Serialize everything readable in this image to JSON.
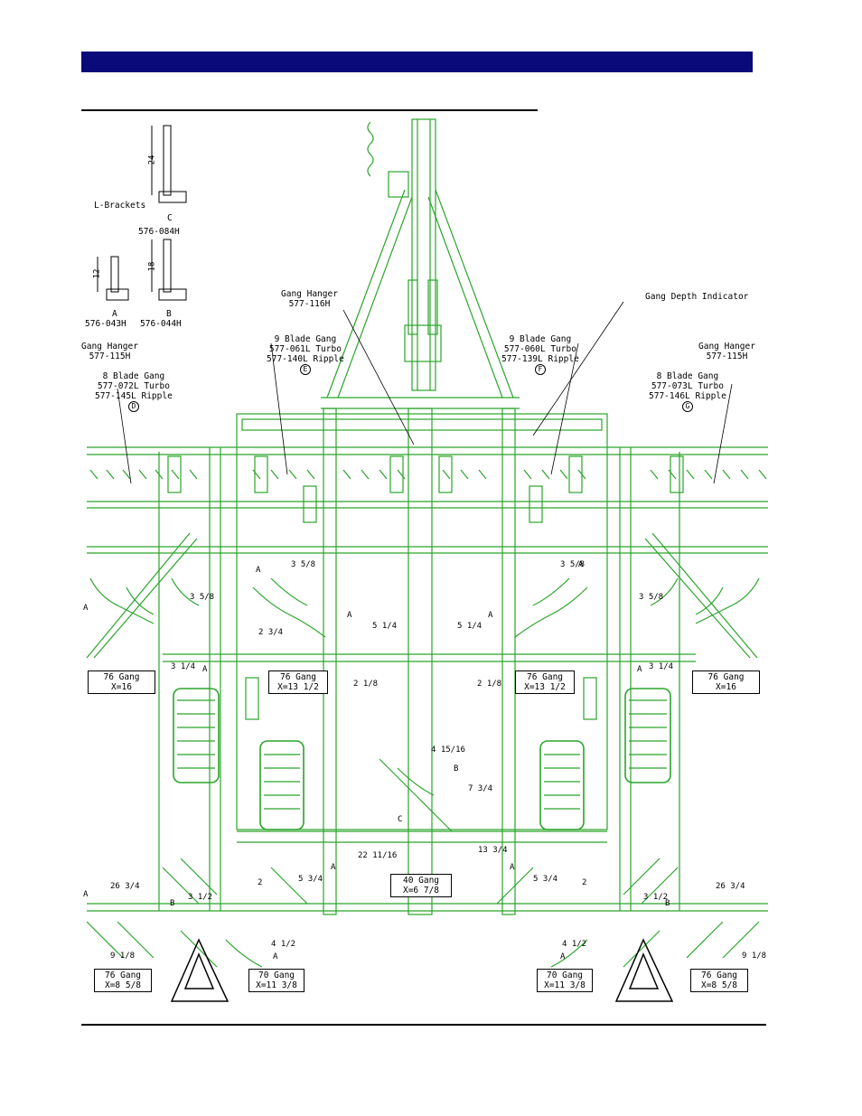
{
  "colors": {
    "header": "#0a0a7a",
    "frame": "#2aa52a",
    "ink": "#000000"
  },
  "brackets": {
    "title": "L-Brackets",
    "c": {
      "letter": "C",
      "part": "576-084H",
      "dim": "24"
    },
    "b": {
      "letter": "B",
      "part": "576-044H",
      "dim": "18"
    },
    "a": {
      "letter": "A",
      "part": "576-043H",
      "dim": "12"
    }
  },
  "callouts": {
    "gang_hanger_center": [
      "Gang Hanger",
      "577-116H"
    ],
    "gang_depth_indicator": "Gang Depth Indicator",
    "gang_hanger_left": [
      "Gang Hanger",
      "577-115H"
    ],
    "gang_hanger_right": [
      "Gang Hanger",
      "577-115H"
    ],
    "nine_blade_left": [
      "9 Blade Gang",
      "577-061L Turbo",
      "577-140L Ripple"
    ],
    "nine_blade_left_tag": "E",
    "nine_blade_right": [
      "9 Blade Gang",
      "577-060L Turbo",
      "577-139L Ripple"
    ],
    "nine_blade_right_tag": "F",
    "eight_blade_left": [
      "8 Blade Gang",
      "577-072L Turbo",
      "577-145L Ripple"
    ],
    "eight_blade_left_tag": "D",
    "eight_blade_right": [
      "8 Blade Gang",
      "577-073L Turbo",
      "577-146L Ripple"
    ],
    "eight_blade_right_tag": "G"
  },
  "gang_boxes": {
    "left_outer_76": [
      "76 Gang",
      "X=16"
    ],
    "left_inner_76": [
      "76 Gang",
      "X=13 1/2"
    ],
    "right_inner_76": [
      "76 Gang",
      "X=13 1/2"
    ],
    "right_outer_76": [
      "76 Gang",
      "X=16"
    ],
    "center_40": [
      "40 Gang",
      "X=6 7/8"
    ],
    "rear_left_76": [
      "76 Gang",
      "X=8 5/8"
    ],
    "rear_left_70": [
      "70 Gang",
      "X=11 3/8"
    ],
    "rear_right_70": [
      "70 Gang",
      "X=11 3/8"
    ],
    "rear_right_76": [
      "76 Gang",
      "X=8 5/8"
    ]
  },
  "dimensions": {
    "d_3_5_8_a": "3 5/8",
    "d_3_5_8_b": "3 5/8",
    "d_3_5_8_c": "3 5/8",
    "d_3_5_8_d": "3 5/8",
    "d_2_3_4": "2 3/4",
    "d_5_1_4_a": "5 1/4",
    "d_5_1_4_b": "5 1/4",
    "d_3_1_4_a": "3 1/4",
    "d_3_1_4_b": "3 1/4",
    "d_2_1_8_a": "2 1/8",
    "d_2_1_8_b": "2 1/8",
    "d_4_15_16": "4 15/16",
    "d_7_3_4": "7 3/4",
    "d_22_11_16": "22 11/16",
    "d_13_3_4": "13 3/4",
    "d_26_3_4_a": "26 3/4",
    "d_26_3_4_b": "26 3/4",
    "d_2_a": "2",
    "d_2_b": "2",
    "d_5_3_4_a": "5 3/4",
    "d_5_3_4_b": "5 3/4",
    "d_3_1_2_a": "3 1/2",
    "d_3_1_2_b": "3 1/2",
    "d_4_1_2_a": "4 1/2",
    "d_4_1_2_b": "4 1/2",
    "d_9_1_8_a": "9 1/8",
    "d_9_1_8_b": "9 1/8"
  },
  "bracket_letters": {
    "a1": "A",
    "a2": "A",
    "a3": "A",
    "a4": "A",
    "a5": "A",
    "a6": "A",
    "a7": "A",
    "a8": "A",
    "a9": "A",
    "a10": "A",
    "a11": "A",
    "a12": "A",
    "b1": "B",
    "b2": "B",
    "b3": "B",
    "c1": "C"
  }
}
